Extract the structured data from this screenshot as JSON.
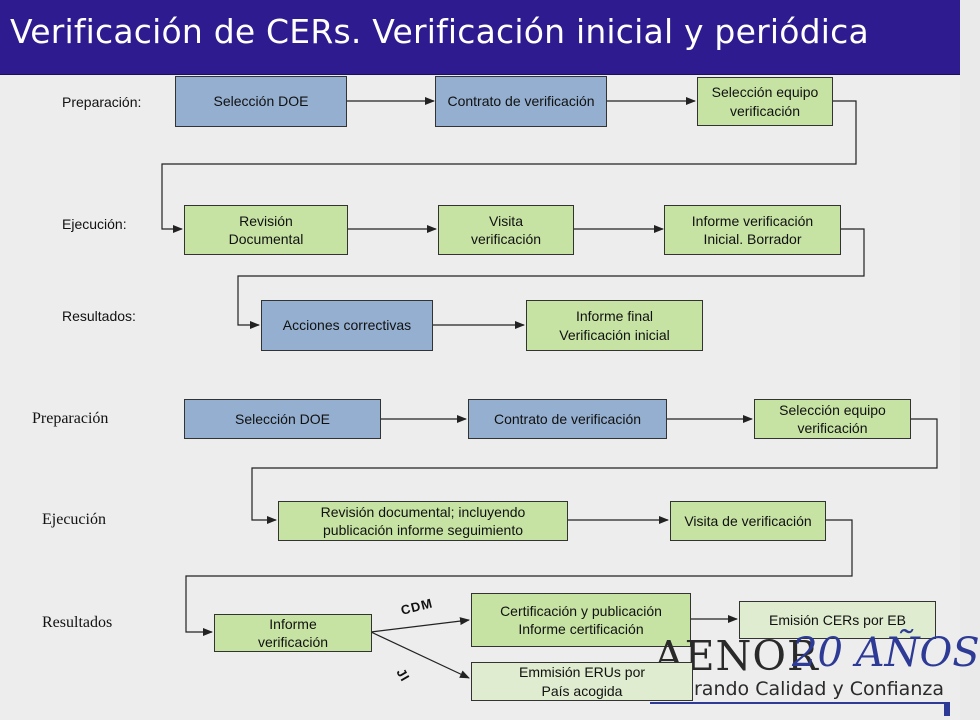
{
  "slide": {
    "title": "Verificación de CERs. Verificación inicial y periódica"
  },
  "initial": {
    "phases": {
      "preparacion": "Preparación:",
      "ejecucion": "Ejecución:",
      "resultados": "Resultados:"
    },
    "boxes": {
      "seleccion_doe": "Selección DOE",
      "contrato": "Contrato de verificación",
      "seleccion_equipo": "Selección equipo\nverificación",
      "revision": "Revisión\nDocumental",
      "visita": "Visita\nverificación",
      "informe_borrador": "Informe verificación\nInicial. Borrador",
      "acciones": "Acciones correctivas",
      "informe_final": "Informe final\nVerificación inicial"
    }
  },
  "periodic": {
    "phases": {
      "preparacion": "Preparación",
      "ejecucion": "Ejecución",
      "resultados": "Resultados"
    },
    "boxes": {
      "seleccion_doe": "Selección DOE",
      "contrato": "Contrato de verificación",
      "seleccion_equipo": "Selección equipo\nverificación",
      "revision": "Revisión documental; incluyendo\npublicación informe seguimiento",
      "visita": "Visita de verificación",
      "informe": "Informe\nverificación",
      "certificacion": "Certificación y publicación\nInforme certificación",
      "emision_cers": "Emisión CERs por EB",
      "emision_erus": "Emmisión ERUs por\nPaís acogida"
    },
    "branches": {
      "cdm": "CDM",
      "ji": "JI"
    }
  },
  "logo": {
    "brand": "AENOR",
    "years": "20 AÑOS",
    "tagline": "rando Calidad y Confianza"
  },
  "colors": {
    "title_bar": "#2d1b8f",
    "box_blue": "#94afcf",
    "box_green": "#c6e3a4",
    "box_light_green": "#dfeccf",
    "logo_accent": "#2d3a96"
  }
}
